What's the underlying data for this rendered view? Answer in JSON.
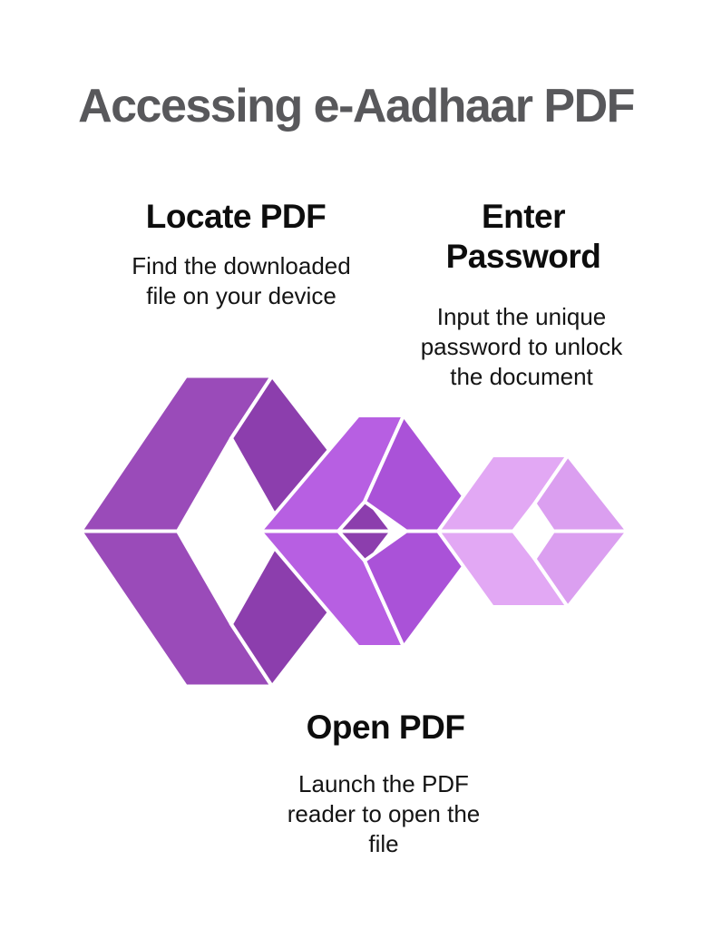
{
  "title": "Accessing e-Aadhaar PDF",
  "steps": [
    {
      "id": "locate-pdf",
      "heading": "Locate PDF",
      "description": "Find the downloaded file on your device"
    },
    {
      "id": "enter-password",
      "heading": "Enter Password",
      "description": "Input the unique password to unlock the document"
    },
    {
      "id": "open-pdf",
      "heading": "Open PDF",
      "description": "Launch the PDF reader to open the file"
    }
  ],
  "graphic": {
    "name": "three-interlocking-chain-links",
    "links": [
      {
        "label": "link-1-large-dark-purple",
        "color_left": "#9a4bb9",
        "color_right": "#8c3ead"
      },
      {
        "label": "link-2-medium-orchid",
        "color_left": "#b75fe2",
        "color_right": "#aa52d8"
      },
      {
        "label": "link-3-small-light-lavender",
        "color_left": "#e2a8f4",
        "color_right": "#db9ff0"
      }
    ]
  },
  "colors": {
    "background": "#ffffff",
    "title_text": "#58585b",
    "heading_text": "#0d0d0d",
    "body_text": "#141414"
  }
}
